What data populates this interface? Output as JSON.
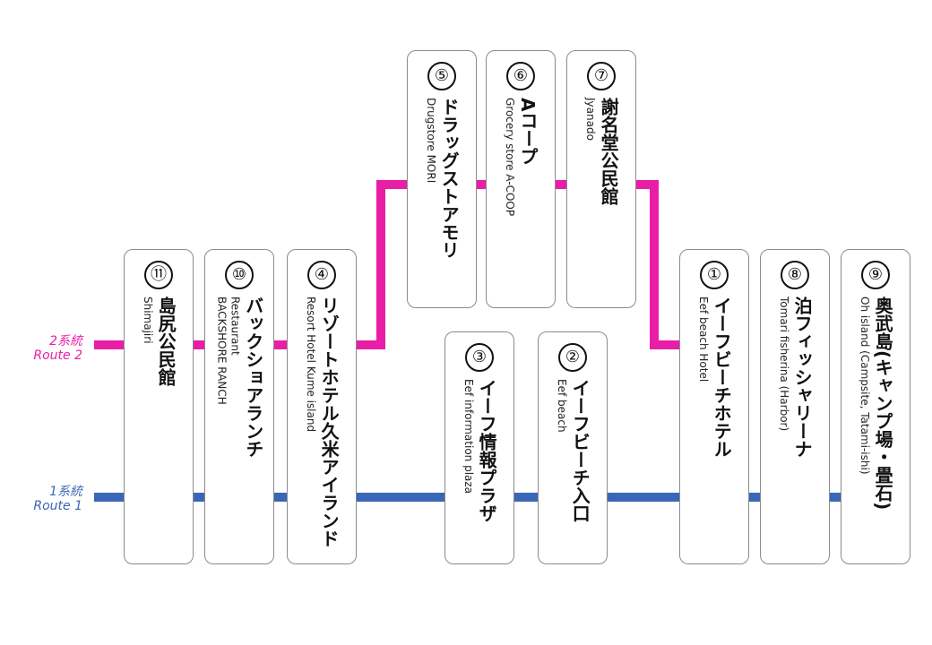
{
  "colors": {
    "route1": "#3a66b7",
    "route2": "#e91ea6"
  },
  "routes": {
    "route2": {
      "jp": "2系統",
      "en": "Route 2"
    },
    "route1": {
      "jp": "1系統",
      "en": "Route 1"
    }
  },
  "stops": {
    "s11": {
      "number": "⑪",
      "jp": "島尻公民館",
      "en": [
        "Shimajiri"
      ]
    },
    "s10": {
      "number": "⑩",
      "jp": "バックショアランチ",
      "en": [
        "Restaurant",
        "BACKSHORE RANCH"
      ]
    },
    "s4": {
      "number": "④",
      "jp": "リゾートホテル久米アイランド",
      "en": [
        "Resort Hotel Kume island"
      ]
    },
    "s5": {
      "number": "⑤",
      "jp": "ドラッグストアモリ",
      "en": [
        "Drugstore MORI"
      ]
    },
    "s6": {
      "number": "⑥",
      "jp": "Aコープ",
      "en": [
        "Grocery store A-COOP"
      ]
    },
    "s7": {
      "number": "⑦",
      "jp": "謝名堂公民館",
      "en": [
        "Jyanado"
      ]
    },
    "s3": {
      "number": "③",
      "jp": "イーフ情報プラザ",
      "en": [
        "Eef information plaza"
      ]
    },
    "s2": {
      "number": "②",
      "jp": "イーフビーチ入口",
      "en": [
        "Eef beach"
      ]
    },
    "s1": {
      "number": "①",
      "jp": "イーフビーチホテル",
      "en": [
        "Eef beach Hotel"
      ]
    },
    "s8": {
      "number": "⑧",
      "jp": "泊フィッシャリーナ",
      "en": [
        "Tomari fisherina (Harbor)"
      ]
    },
    "s9": {
      "number": "⑨",
      "jp": "奥武島(キャンプ場・畳石)",
      "en": [
        "Oh island (Campsite, Tatami-ishi)"
      ]
    }
  }
}
